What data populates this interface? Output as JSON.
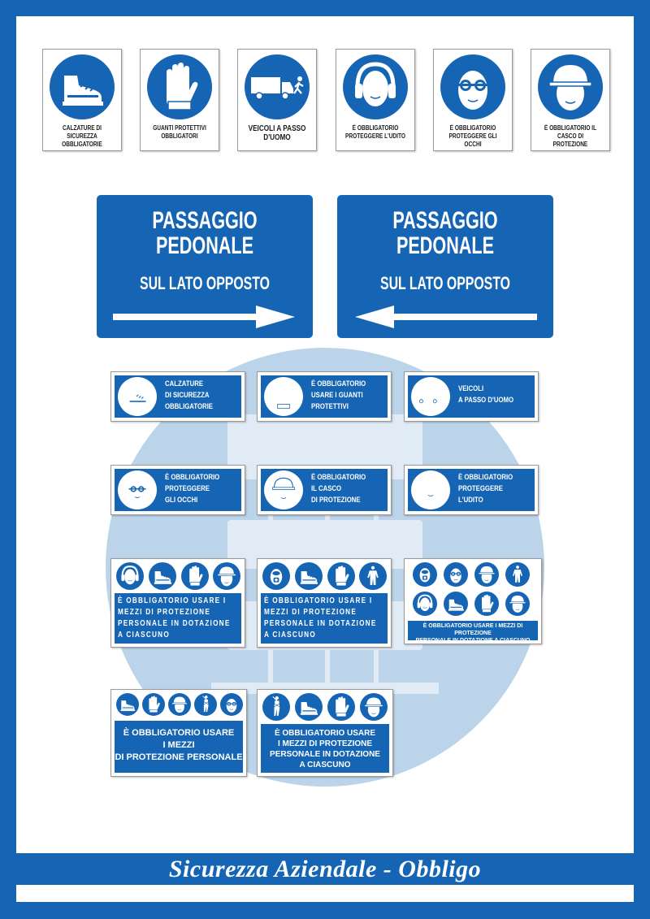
{
  "colors": {
    "brand_blue": "#1565b4",
    "background_circle": "#bcd4ea",
    "white": "#ffffff"
  },
  "top_signs": [
    {
      "icon": "safety-shoe-icon",
      "label": "CALZATURE DI SICUREZZA OBBLIGATORIE"
    },
    {
      "icon": "glove-icon",
      "label": "GUANTI PROTETTIVI OBBLIGATORI"
    },
    {
      "icon": "truck-pedestrian-icon",
      "label": "VEICOLI A PASSO D'UOMO"
    },
    {
      "icon": "ear-protection-icon",
      "label": "È OBBLIGATORIO PROTEGGERE L'UDITO"
    },
    {
      "icon": "goggles-icon",
      "label": "È OBBLIGATORIO PROTEGGERE GLI OCCHI"
    },
    {
      "icon": "helmet-icon",
      "label": "È OBBLIGATORIO IL CASCO DI PROTEZIONE"
    }
  ],
  "pedestrian_signs": [
    {
      "line1": "PASSAGGIO",
      "line2": "PEDONALE",
      "line3": "SUL LATO OPPOSTO",
      "arrow": "right"
    },
    {
      "line1": "PASSAGGIO",
      "line2": "PEDONALE",
      "line3": "SUL LATO OPPOSTO",
      "arrow": "left"
    }
  ],
  "horizontal_signs": [
    {
      "icon": "safety-shoe-icon",
      "lines": [
        "CALZATURE",
        "DI SICUREZZA",
        "OBBLIGATORIE"
      ]
    },
    {
      "icon": "glove-icon",
      "lines": [
        "È OBBLIGATORIO",
        "USARE I GUANTI",
        "PROTETTIVI"
      ]
    },
    {
      "icon": "truck-pedestrian-icon",
      "lines": [
        "VEICOLI",
        "A PASSO D'UOMO",
        ""
      ]
    },
    {
      "icon": "goggles-icon",
      "lines": [
        "È OBBLIGATORIO",
        "PROTEGGERE",
        "GLI OCCHI"
      ]
    },
    {
      "icon": "helmet-icon",
      "lines": [
        "È OBBLIGATORIO",
        "IL CASCO",
        "DI PROTEZIONE"
      ]
    },
    {
      "icon": "ear-protection-icon",
      "lines": [
        "È OBBLIGATORIO",
        "PROTEGGERE",
        "L'UDITO"
      ]
    }
  ],
  "multi_signs": [
    {
      "icons": [
        "ear-protection-icon",
        "safety-shoe-icon",
        "glove-icon",
        "helmet-icon"
      ],
      "lines": [
        "È OBBLIGATORIO USARE I",
        "MEZZI DI PROTEZIONE",
        "PERSONALE IN DOTAZIONE",
        "A CIASCUNO"
      ]
    },
    {
      "icons": [
        "respirator-icon",
        "safety-shoe-icon",
        "glove-icon",
        "overalls-icon"
      ],
      "lines": [
        "È OBBLIGATORIO USARE I",
        "MEZZI DI PROTEZIONE",
        "PERSONALE IN DOTAZIONE",
        "A CIASCUNO"
      ]
    },
    {
      "icons": [
        "respirator-icon",
        "goggles-icon",
        "helmet-icon",
        "overalls-icon",
        "ear-protection-icon",
        "safety-shoe-icon",
        "glove-icon",
        "helmet-icon"
      ],
      "lines": [
        "È OBBLIGATORIO USARE I MEZZI DI PROTEZIONE",
        "PERSONALE IN DOTAZIONE A CIASCUNO"
      ]
    },
    {
      "icons": [
        "safety-shoe-icon",
        "glove-icon",
        "helmet-icon",
        "harness-icon",
        "goggles-icon"
      ],
      "lines": [
        "È OBBLIGATORIO USARE",
        "I MEZZI",
        "DI PROTEZIONE PERSONALE"
      ]
    },
    {
      "icons": [
        "harness-icon",
        "safety-shoe-icon",
        "glove-icon",
        "helmet-icon"
      ],
      "lines": [
        "È OBBLIGATORIO USARE",
        "I MEZZI DI PROTEZIONE",
        "PERSONALE IN DOTAZIONE",
        "A CIASCUNO"
      ]
    }
  ],
  "footer": {
    "title": "Sicurezza Aziendale - Obbligo"
  }
}
